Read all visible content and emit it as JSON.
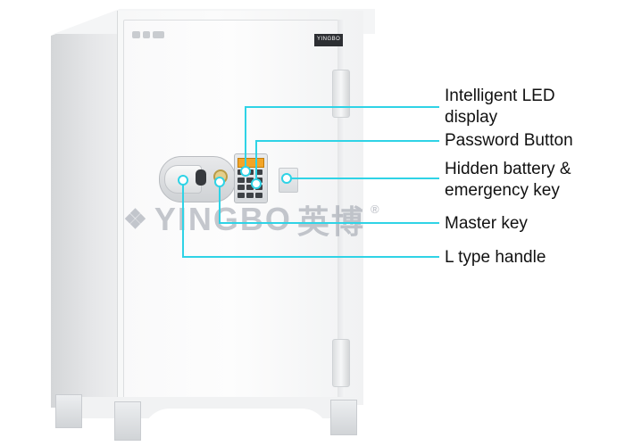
{
  "product": {
    "plate_text": "YINGBO"
  },
  "watermark": {
    "brand": "YINGBO",
    "chinese": "英博",
    "registered": "®"
  },
  "callouts": [
    {
      "id": "led",
      "lines": [
        "Intelligent LED",
        "display"
      ]
    },
    {
      "id": "password",
      "lines": [
        "Password Button"
      ]
    },
    {
      "id": "battery",
      "lines": [
        "Hidden battery &",
        "emergency key"
      ]
    },
    {
      "id": "master",
      "lines": [
        "Master key"
      ]
    },
    {
      "id": "handle",
      "lines": [
        "L type handle"
      ]
    }
  ],
  "colors": {
    "callout_line": "#2fd3e6",
    "led_display": "#f3a527",
    "key_brass": "#e4cf8c"
  }
}
